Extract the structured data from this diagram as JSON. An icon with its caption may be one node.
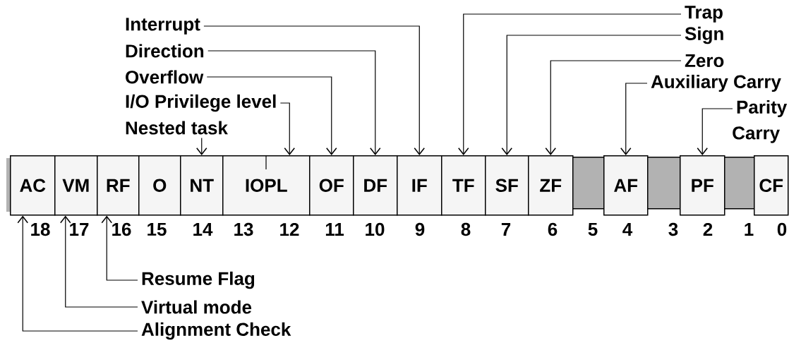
{
  "diagram": {
    "nodes": [
      {
        "text": [
          "AC"
        ]
      },
      {
        "text": [
          "VM"
        ]
      },
      {
        "text": [
          "RF"
        ]
      },
      {
        "text": [
          "O"
        ]
      },
      {
        "text": [
          "NT"
        ]
      },
      {
        "text": [
          "IOPL"
        ]
      },
      {
        "text": [
          "OF"
        ]
      },
      {
        "text": [
          "DF"
        ]
      },
      {
        "text": [
          "IF"
        ]
      },
      {
        "text": [
          "TF"
        ]
      },
      {
        "text": [
          "SF"
        ]
      },
      {
        "text": [
          "ZF"
        ]
      },
      {
        "text": [],
        "shape": "box"
      },
      {
        "text": [
          "AF"
        ]
      },
      {
        "text": [],
        "shape": "box"
      },
      {
        "text": [
          "PF"
        ]
      },
      {
        "text": [],
        "shape": "box"
      },
      {
        "text": [
          "CF"
        ]
      },
      {
        "text": [
          "Interrupt"
        ]
      },
      {
        "text": [
          "Direction"
        ]
      },
      {
        "text": [
          "Overflow"
        ]
      },
      {
        "text": [
          "I/O Privilege level"
        ]
      },
      {
        "text": [
          "Nested task"
        ]
      },
      {
        "text": [
          "Trap"
        ]
      },
      {
        "text": [
          "Sign"
        ]
      },
      {
        "text": [
          "Zero"
        ]
      },
      {
        "text": [
          "Auxiliary Carry"
        ]
      },
      {
        "text": [
          "Parity"
        ]
      },
      {
        "text": [
          "Resume Flag"
        ]
      },
      {
        "text": [
          "Virtual mode"
        ]
      },
      {
        "text": [
          "Alignment Check"
        ]
      }
    ],
    "edges": [
      {
        "from": 18,
        "to": 8,
        "arrow": "to"
      },
      {
        "from": 19,
        "to": 7,
        "arrow": "to"
      },
      {
        "from": 20,
        "to": 6,
        "arrow": "to"
      },
      {
        "from": 21,
        "to": 5,
        "arrow": "to"
      },
      {
        "from": 22,
        "to": 4,
        "arrow": "to"
      },
      {
        "from": 23,
        "to": 9,
        "arrow": "to"
      },
      {
        "from": 24,
        "to": 10,
        "arrow": "to"
      },
      {
        "from": 25,
        "to": 11,
        "arrow": "to"
      },
      {
        "from": 26,
        "to": 13,
        "arrow": "to"
      },
      {
        "from": 27,
        "to": 15,
        "arrow": "to"
      },
      {
        "from": 28,
        "to": 2,
        "arrow": "to"
      },
      {
        "from": 29,
        "to": 1,
        "arrow": "to"
      },
      {
        "from": 30,
        "to": 0,
        "arrow": "to"
      }
    ],
    "labels": [
      "Carry",
      "18",
      "17",
      "16",
      "15",
      "14",
      "13",
      "12",
      "11",
      "10",
      "9",
      "8",
      "7",
      "6",
      "5",
      "4",
      "3",
      "2",
      "1",
      "0"
    ]
  }
}
